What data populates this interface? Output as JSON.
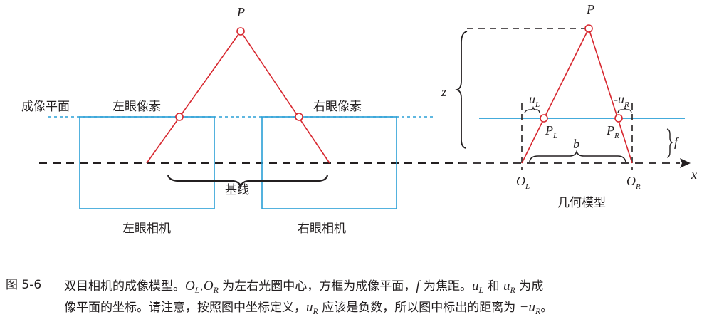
{
  "left_diagram": {
    "point_label": "P",
    "image_plane_label": "成像平面",
    "left_pixel_label": "左眼像素",
    "right_pixel_label": "右眼像素",
    "baseline_label": "基线",
    "left_camera_label": "左眼相机",
    "right_camera_label": "右眼相机"
  },
  "right_diagram": {
    "point_label": "P",
    "depth_label": "z",
    "uL_label": "u",
    "uL_sub": "L",
    "uR_label": "-u",
    "uR_sub": "R",
    "PL_label": "P",
    "PL_sub": "L",
    "PR_label": "P",
    "PR_sub": "R",
    "baseline_label": "b",
    "focal_label": "f",
    "axis_label": "x",
    "OL_label": "O",
    "OL_sub": "L",
    "OR_label": "O",
    "OR_sub": "R",
    "title": "几何模型"
  },
  "caption": {
    "figure_number": "图 5-6",
    "line1_a": "双目相机的成像模型。",
    "line1_OL": "O",
    "line1_OL_sub": "L",
    "line1_comma": ",",
    "line1_OR": "O",
    "line1_OR_sub": "R",
    "line1_b": " 为左右光圈中心，方框为成像平面，",
    "line1_f": "f",
    "line1_c": " 为焦距。",
    "line1_uL": "u",
    "line1_uL_sub": "L",
    "line1_d": " 和 ",
    "line1_uR": "u",
    "line1_uR_sub": "R",
    "line1_e": " 为成",
    "line2_a": "像平面的坐标。请注意，按照图中坐标定义，",
    "line2_uR": "u",
    "line2_uR_sub": "R",
    "line2_b": " 应该是负数，所以图中标出的距离为 ",
    "line2_neg": "−u",
    "line2_neg_sub": "R",
    "line2_c": "。"
  },
  "colors": {
    "ray": "#d7262e",
    "plane": "#2a9fd6",
    "axis": "#231f20"
  }
}
